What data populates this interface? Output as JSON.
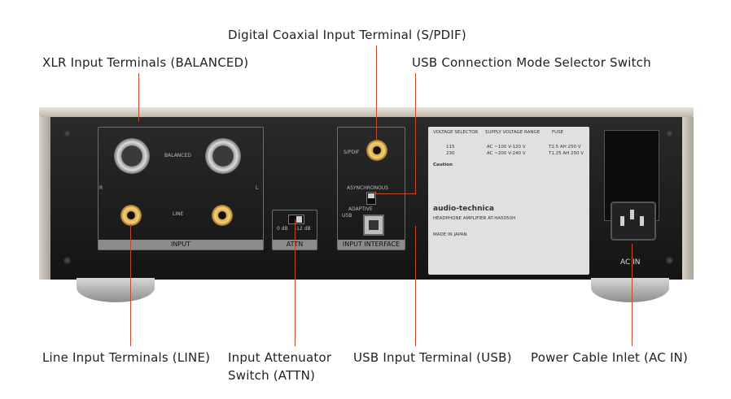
{
  "callouts": {
    "digital_coaxial": "Digital Coaxial Input Terminal (S/PDIF)",
    "xlr": "XLR Input Terminals (BALANCED)",
    "usb_mode": "USB Connection Mode Selector Switch",
    "line": "Line Input Terminals (LINE)",
    "attn_line1": "Input Attenuator",
    "attn_line2": "Switch (ATTN)",
    "usb_input": "USB Input Terminal (USB)",
    "power": "Power Cable Inlet (AC IN)"
  },
  "panel_labels": {
    "balanced": "BALANCED",
    "line": "LINE",
    "input": "INPUT",
    "attn": "ATTN",
    "attn_0db": "0 dB",
    "attn_12db": "-12 dB",
    "spdif": "S/PDIF",
    "asynchronous": "ASYNCHRONOUS",
    "adaptive": "ADAPTIVE",
    "usb": "USB",
    "input_interface": "INPUT INTERFACE",
    "left_r": "R",
    "right_l": "L",
    "ac_in": "AC IN"
  },
  "plate": {
    "brand": "audio-technica",
    "model": "HEADPHONE AMPLIFIER   AT-HA5050H",
    "made_in": "MADE IN JAPAN",
    "caution": "Caution",
    "col1": "VOLTAGE SELECTOR",
    "col2": "SUPPLY VOLTAGE RANGE",
    "col3": "FUSE",
    "row1": [
      "115",
      "AC ~100 V-120 V",
      "T2.5 AH 250 V"
    ],
    "row2": [
      "230",
      "AC ~200 V-240 V",
      "T1.25 AH 250 V"
    ]
  },
  "colors": {
    "leader": "#c0492d"
  }
}
